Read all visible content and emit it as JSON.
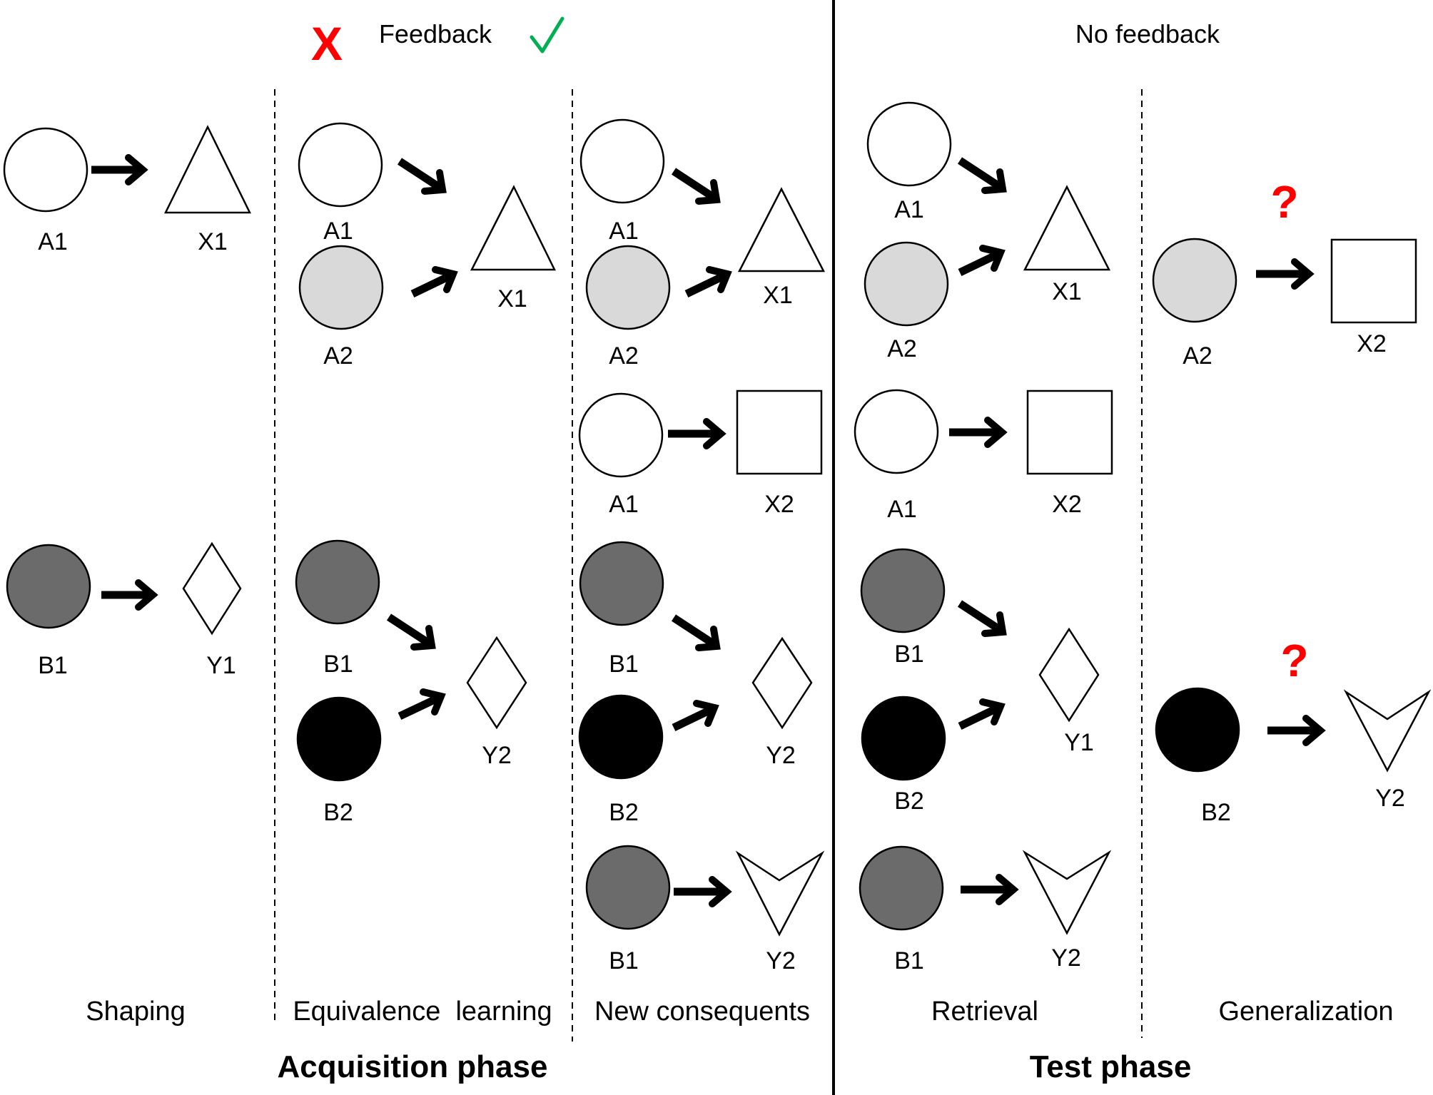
{
  "header": {
    "incorrect_mark": "X",
    "feedback_label": "Feedback",
    "correct_mark": "✓",
    "no_feedback_label": "No feedback",
    "incorrect_color": "#ff0000",
    "correct_color": "#00b050"
  },
  "stages": {
    "shaping": "Shaping",
    "equivalence": "Equivalence  learning",
    "new_consequents": "New consequents",
    "retrieval": "Retrieval",
    "generalization": "Generalization"
  },
  "phases": {
    "acquisition": "Acquisition phase",
    "test": "Test phase"
  },
  "colors": {
    "white": "#ffffff",
    "light_gray": "#d9d9d9",
    "dark_gray": "#6b6b6b",
    "black": "#000000",
    "question": "#ff0000"
  },
  "shaping": {
    "a1": "A1",
    "x1": "X1",
    "b1": "B1",
    "y1": "Y1"
  },
  "equivalence": {
    "a1": "A1",
    "a2": "A2",
    "x1": "X1",
    "b1": "B1",
    "b2": "B2",
    "y2": "Y2"
  },
  "new_consequents": {
    "a1_top": "A1",
    "a2": "A2",
    "x1": "X1",
    "a1_mid": "A1",
    "x2": "X2",
    "b1_top": "B1",
    "b2": "B2",
    "y2_diamond": "Y2",
    "b1_bottom": "B1",
    "y2_chevron": "Y2"
  },
  "retrieval": {
    "a1_top": "A1",
    "a2": "A2",
    "x1": "X1",
    "a1_mid": "A1",
    "x2": "X2",
    "b1_top": "B1",
    "b2": "B2",
    "y1": "Y1",
    "b1_bottom": "B1",
    "y2": "Y2"
  },
  "generalization": {
    "question_mark": "?",
    "a2": "A2",
    "x2": "X2",
    "b2": "B2",
    "y2": "Y2"
  }
}
